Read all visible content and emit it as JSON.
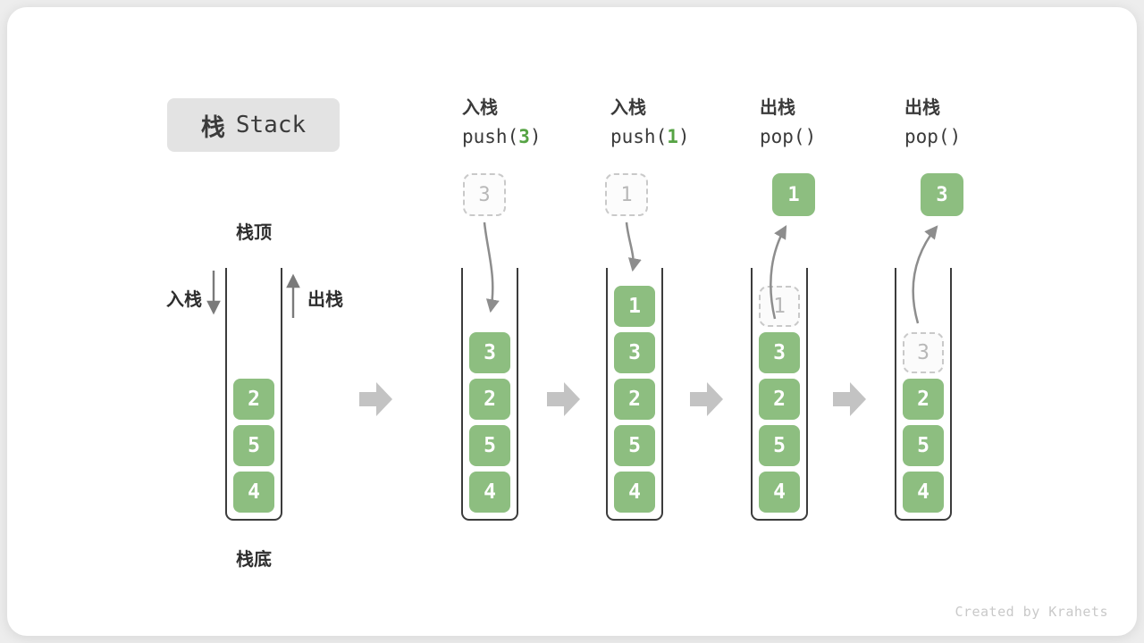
{
  "title": {
    "zh": "栈",
    "en": "Stack"
  },
  "footer": "Created by Krahets",
  "stack_labels": {
    "top": "栈顶",
    "bottom": "栈底",
    "push": "入栈",
    "pop": "出栈"
  },
  "colors": {
    "green": "#8dbe80",
    "code_arg_green": "#56a344",
    "dashed_gray": "#c9c9c9",
    "curve_arrow_gray": "#8d8d8d",
    "straight_arrow_gray": "#7a7a7a",
    "block_arrow_gray": "#c3c3c3"
  },
  "columns": [
    {
      "id": "initial",
      "label": "",
      "code": {
        "pre": "",
        "arg": "",
        "post": ""
      },
      "float": null,
      "cells": [
        {
          "v": "2",
          "slot": 2,
          "type": "solid"
        },
        {
          "v": "5",
          "slot": 3,
          "type": "solid"
        },
        {
          "v": "4",
          "slot": 4,
          "type": "solid"
        }
      ]
    },
    {
      "id": "push-3",
      "label": "入栈",
      "code": {
        "pre": "push(",
        "arg": "3",
        "post": ")"
      },
      "float": {
        "v": "3",
        "type": "dashed"
      },
      "cells": [
        {
          "v": "3",
          "slot": 1,
          "type": "solid"
        },
        {
          "v": "2",
          "slot": 2,
          "type": "solid"
        },
        {
          "v": "5",
          "slot": 3,
          "type": "solid"
        },
        {
          "v": "4",
          "slot": 4,
          "type": "solid"
        }
      ]
    },
    {
      "id": "push-1",
      "label": "入栈",
      "code": {
        "pre": "push(",
        "arg": "1",
        "post": ")"
      },
      "float": {
        "v": "1",
        "type": "dashed"
      },
      "cells": [
        {
          "v": "1",
          "slot": 0,
          "type": "solid"
        },
        {
          "v": "3",
          "slot": 1,
          "type": "solid"
        },
        {
          "v": "2",
          "slot": 2,
          "type": "solid"
        },
        {
          "v": "5",
          "slot": 3,
          "type": "solid"
        },
        {
          "v": "4",
          "slot": 4,
          "type": "solid"
        }
      ]
    },
    {
      "id": "pop-1",
      "label": "出栈",
      "code": {
        "pre": "pop()",
        "arg": "",
        "post": ""
      },
      "float": {
        "v": "1",
        "type": "solid"
      },
      "cells": [
        {
          "v": "1",
          "slot": 0,
          "type": "dashed"
        },
        {
          "v": "3",
          "slot": 1,
          "type": "solid"
        },
        {
          "v": "2",
          "slot": 2,
          "type": "solid"
        },
        {
          "v": "5",
          "slot": 3,
          "type": "solid"
        },
        {
          "v": "4",
          "slot": 4,
          "type": "solid"
        }
      ]
    },
    {
      "id": "pop-3",
      "label": "出栈",
      "code": {
        "pre": "pop()",
        "arg": "",
        "post": ""
      },
      "float": {
        "v": "3",
        "type": "solid"
      },
      "cells": [
        {
          "v": "3",
          "slot": 1,
          "type": "dashed"
        },
        {
          "v": "2",
          "slot": 2,
          "type": "solid"
        },
        {
          "v": "5",
          "slot": 3,
          "type": "solid"
        },
        {
          "v": "4",
          "slot": 4,
          "type": "solid"
        }
      ]
    }
  ]
}
